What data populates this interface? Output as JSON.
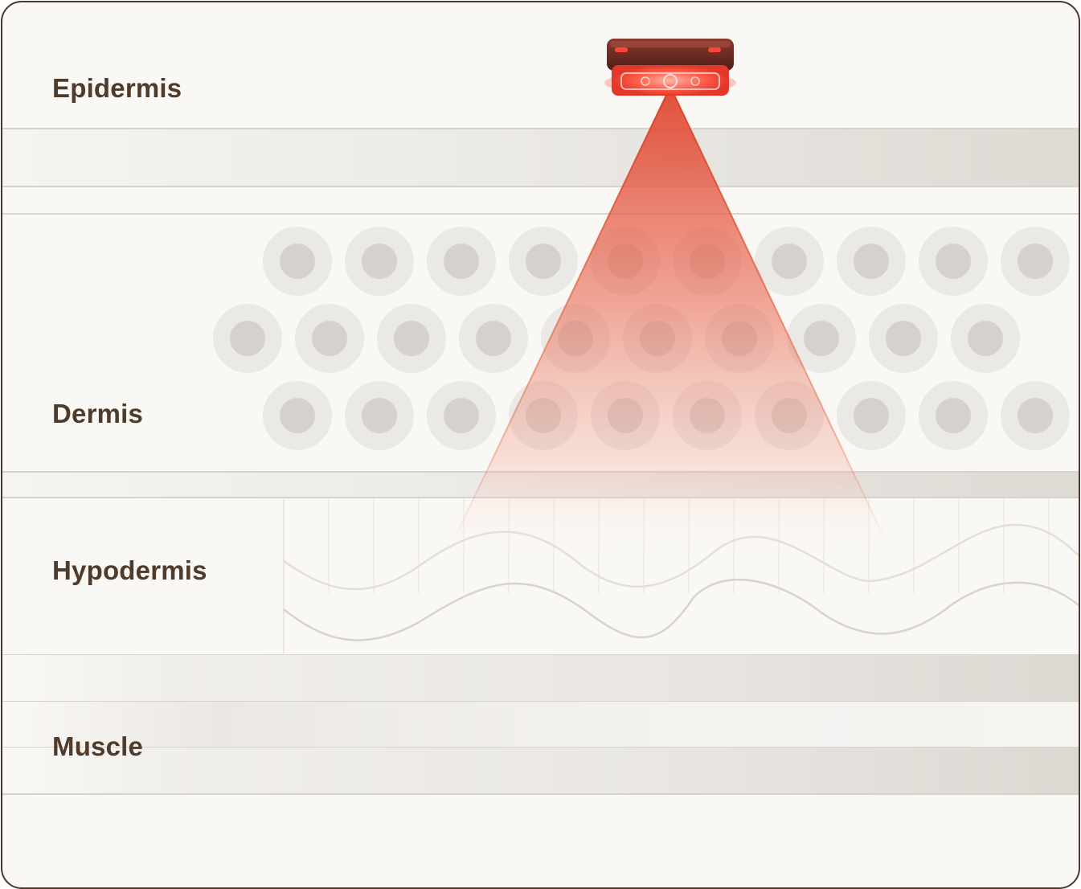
{
  "layers": [
    {
      "id": "epidermis",
      "label": "Epidermis"
    },
    {
      "id": "dermis",
      "label": "Dermis"
    },
    {
      "id": "hypodermis",
      "label": "Hypodermis"
    },
    {
      "id": "muscle",
      "label": "Muscle"
    }
  ],
  "colors": {
    "border": "#4a3a2e",
    "background": "#faf8f4",
    "label": "#4e3b2b",
    "light_beam": "#e24a34",
    "cell_outer": "#ebe9e6",
    "cell_nucleus": "#d5d2ce",
    "device_body": "#6a2a22",
    "device_glow": "#ff5a48"
  },
  "icons": {
    "device": "red-light-therapy-device-icon"
  }
}
